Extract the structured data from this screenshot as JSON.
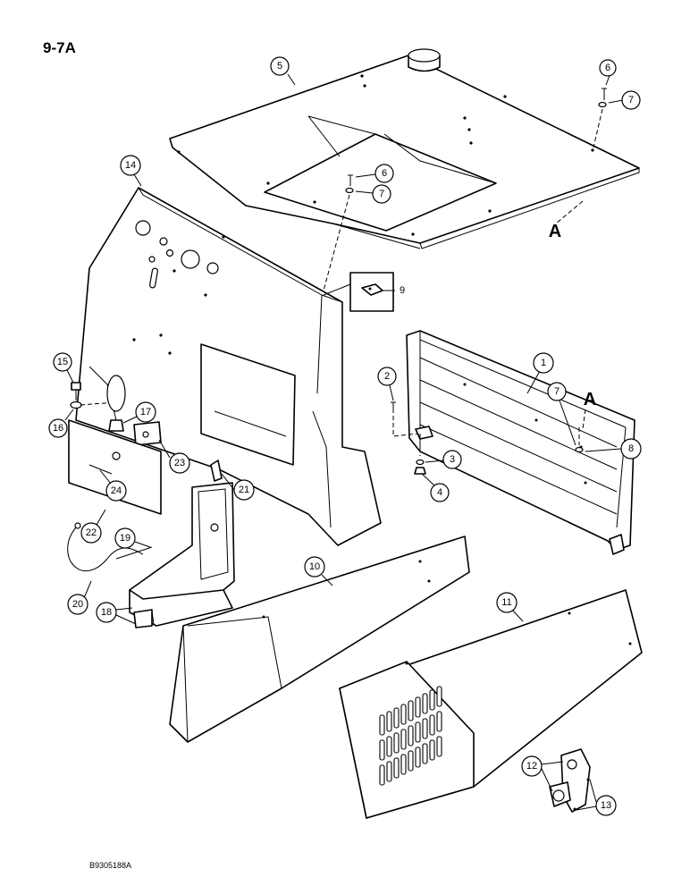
{
  "page": {
    "figure_number": "9-7A",
    "drawing_code": "B9305188A"
  },
  "reference_markers": [
    {
      "id": "A"
    },
    {
      "id": "A"
    }
  ],
  "callouts": [
    {
      "label": "5"
    },
    {
      "label": "6"
    },
    {
      "label": "7"
    },
    {
      "label": "14"
    },
    {
      "label": "6"
    },
    {
      "label": "7"
    },
    {
      "label": "9"
    },
    {
      "label": "1"
    },
    {
      "label": "2"
    },
    {
      "label": "7"
    },
    {
      "label": "8"
    },
    {
      "label": "3"
    },
    {
      "label": "4"
    },
    {
      "label": "15"
    },
    {
      "label": "16"
    },
    {
      "label": "17"
    },
    {
      "label": "23"
    },
    {
      "label": "24"
    },
    {
      "label": "21"
    },
    {
      "label": "22"
    },
    {
      "label": "19"
    },
    {
      "label": "20"
    },
    {
      "label": "18"
    },
    {
      "label": "10"
    },
    {
      "label": "11"
    },
    {
      "label": "12"
    },
    {
      "label": "13"
    }
  ]
}
